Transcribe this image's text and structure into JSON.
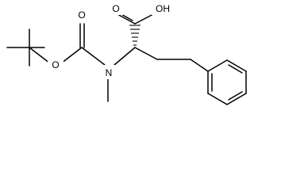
{
  "molecule": {
    "atoms": {
      "carboxyl_oxygen_double": "O",
      "carboxyl_hydroxyl": "OH",
      "carbamate_ester_oxygen": "O",
      "carbamate_carbonyl_oxygen": "O",
      "amine_nitrogen": "N"
    },
    "colors": {
      "bond": "#000000",
      "label": "#000000",
      "background": "#ffffff"
    }
  }
}
